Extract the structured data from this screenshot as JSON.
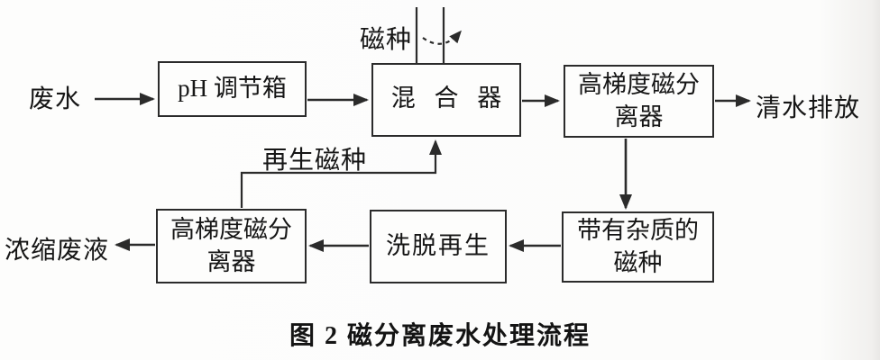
{
  "diagram": {
    "caption": "图 2   磁分离废水处理流程",
    "nodes": {
      "ph_tank": {
        "label": "pH 调节箱"
      },
      "mixer": {
        "label": "混 合 器"
      },
      "separator_top": {
        "label": "高梯度磁分\n离器"
      },
      "impure_seed": {
        "label": "带有杂质的\n磁种"
      },
      "elution_regen": {
        "label": "洗脱再生"
      },
      "separator_bottom": {
        "label": "高梯度磁分\n离器"
      }
    },
    "labels": {
      "wastewater_in": "废水",
      "magnetic_seed_in": "磁种",
      "regenerated_seed": "再生磁种",
      "clean_water_out": "清水排放",
      "concentrated_waste_out": "浓缩废液"
    },
    "edges": [
      {
        "from": "废水",
        "to": "pH 调节箱"
      },
      {
        "from": "pH 调节箱",
        "to": "混合器"
      },
      {
        "from": "磁种",
        "to": "混合器"
      },
      {
        "from": "混合器",
        "to": "高梯度磁分离器"
      },
      {
        "from": "高梯度磁分离器",
        "to": "清水排放"
      },
      {
        "from": "高梯度磁分离器",
        "to": "带有杂质的磁种"
      },
      {
        "from": "带有杂质的磁种",
        "to": "洗脱再生"
      },
      {
        "from": "洗脱再生",
        "to": "高梯度磁分离器(再生)"
      },
      {
        "from": "高梯度磁分离器(再生)",
        "to": "浓缩废液"
      },
      {
        "from": "高梯度磁分离器(再生)",
        "to": "混合器",
        "label": "再生磁种"
      }
    ],
    "colors": {
      "line": "#2b2b2b",
      "text": "#161616",
      "background": "#fdfdfc"
    }
  }
}
